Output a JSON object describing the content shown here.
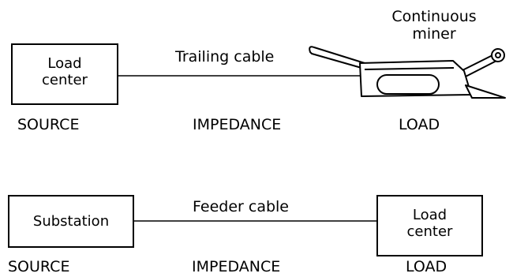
{
  "top": {
    "source_box_line1": "Load",
    "source_box_line2": "center",
    "cable_label": "Trailing cable",
    "load_label_line1": "Continuous",
    "load_label_line2": "miner",
    "role_source": "SOURCE",
    "role_impedance": "IMPEDANCE",
    "role_load": "LOAD"
  },
  "bottom": {
    "source_box": "Substation",
    "cable_label": "Feeder cable",
    "load_box_line1": "Load",
    "load_box_line2": "center",
    "role_source": "SOURCE",
    "role_impedance": "IMPEDANCE",
    "role_load": "LOAD"
  },
  "icons": [
    "continuous-miner-icon"
  ]
}
